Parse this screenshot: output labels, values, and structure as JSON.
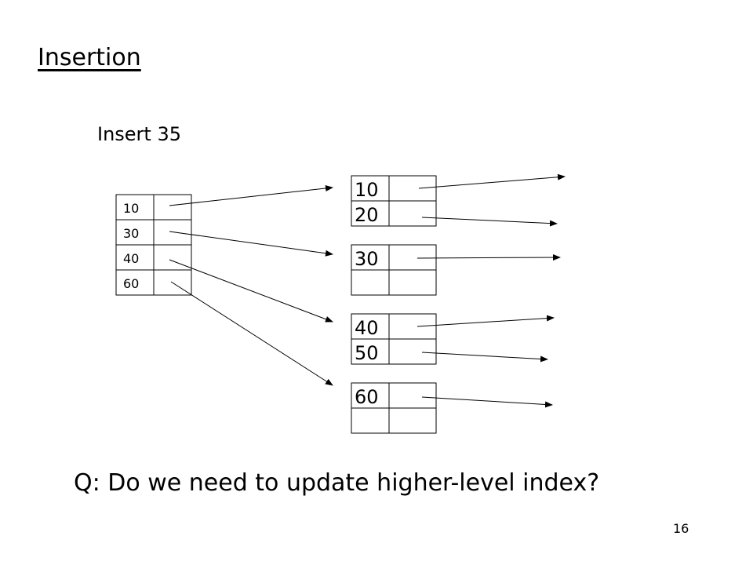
{
  "slide": {
    "title": "Insertion",
    "subtitle": "Insert 35",
    "question": "Q: Do we need to update higher-level index?",
    "page_number": "16"
  },
  "index": {
    "keys": [
      "10",
      "30",
      "40",
      "60"
    ]
  },
  "blocks": [
    {
      "keys": [
        "10",
        "20"
      ]
    },
    {
      "keys": [
        "30",
        ""
      ]
    },
    {
      "keys": [
        "40",
        "50"
      ]
    },
    {
      "keys": [
        "60",
        ""
      ]
    }
  ]
}
